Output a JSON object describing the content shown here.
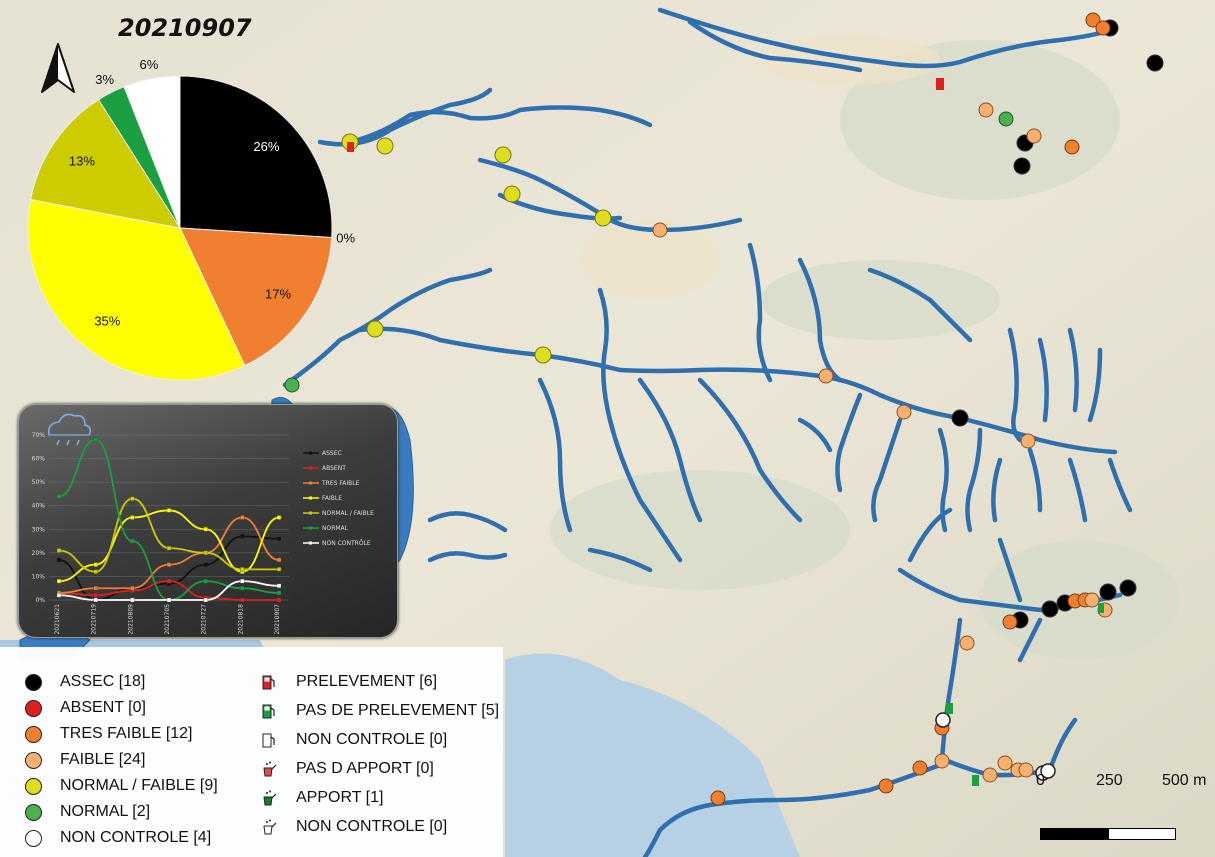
{
  "map": {
    "title": "20210907",
    "background_color": "#e8e4d8",
    "river_color": "#2f6fb0",
    "lake_color": "#3a7cc2"
  },
  "pie": {
    "slices": [
      {
        "label": "26%",
        "value": 26,
        "color": "#000000"
      },
      {
        "label": "0%",
        "value": 0,
        "color": "#e02020"
      },
      {
        "label": "17%",
        "value": 17,
        "color": "#f08030"
      },
      {
        "label": "35%",
        "value": 35,
        "color": "#ffff00"
      },
      {
        "label": "13%",
        "value": 13,
        "color": "#cccc00"
      },
      {
        "label": "3%",
        "value": 3,
        "color": "#1aa040"
      },
      {
        "label": "6%",
        "value": 6,
        "color": "#ffffff"
      }
    ]
  },
  "chart_data": {
    "type": "line",
    "x": [
      "20210621",
      "20210719",
      "20210809",
      "20210705",
      "20210727",
      "20210818",
      "20210907"
    ],
    "y_ticks": [
      "0%",
      "10%",
      "20%",
      "30%",
      "40%",
      "50%",
      "60%",
      "70%"
    ],
    "ylim": [
      0,
      70
    ],
    "series": [
      {
        "name": "ASSEC",
        "color": "#111111",
        "values": [
          17,
          0,
          5,
          7,
          15,
          27,
          26
        ]
      },
      {
        "name": "ABSENT",
        "color": "#e02020",
        "values": [
          3,
          2,
          4,
          8,
          1,
          0,
          0
        ]
      },
      {
        "name": "TRES FAIBLE",
        "color": "#f08030",
        "values": [
          3,
          5,
          5,
          15,
          20,
          35,
          17
        ]
      },
      {
        "name": "FAIBLE",
        "color": "#ffff00",
        "values": [
          8,
          15,
          35,
          38,
          30,
          12,
          35
        ]
      },
      {
        "name": "NORMAL / FAIBLE",
        "color": "#cccc00",
        "values": [
          21,
          12,
          43,
          22,
          20,
          13,
          13
        ]
      },
      {
        "name": "NORMAL",
        "color": "#1aa040",
        "values": [
          44,
          68,
          25,
          0,
          8,
          5,
          3
        ]
      },
      {
        "name": "NON CONTRÔLE",
        "color": "#ffffff",
        "values": [
          2,
          0,
          0,
          0,
          0,
          8,
          6
        ]
      }
    ]
  },
  "legend": {
    "left": [
      {
        "label": "ASSEC [18]",
        "color": "#000000"
      },
      {
        "label": "ABSENT [0]",
        "color": "#e02020"
      },
      {
        "label": "TRES FAIBLE [12]",
        "color": "#f08030"
      },
      {
        "label": "FAIBLE [24]",
        "color": "#f9b070"
      },
      {
        "label": "NORMAL / FAIBLE [9]",
        "color": "#dede1e"
      },
      {
        "label": "NORMAL [2]",
        "color": "#4caf50"
      },
      {
        "label": "NON CONTROLE [4]",
        "color": "#ffffff"
      }
    ],
    "right": [
      {
        "label": "PRELEVEMENT [6]",
        "icon": "fuel-pump-red-icon",
        "color": "#e02020"
      },
      {
        "label": "PAS DE PRELEVEMENT [5]",
        "icon": "fuel-pump-green-icon",
        "color": "#1aa040"
      },
      {
        "label": "NON CONTROLE [0]",
        "icon": "fuel-pump-outline-icon",
        "color": "#ffffff"
      },
      {
        "label": "PAS D APPORT [0]",
        "icon": "watering-can-red-icon",
        "color": "#e05050"
      },
      {
        "label": "APPORT [1]",
        "icon": "watering-can-green-icon",
        "color": "#1a7a30"
      },
      {
        "label": "NON CONTROLE [0]",
        "icon": "watering-can-outline-icon",
        "color": "#ffffff"
      }
    ]
  },
  "scale": {
    "labels": [
      "0",
      "250",
      "500 m"
    ]
  }
}
